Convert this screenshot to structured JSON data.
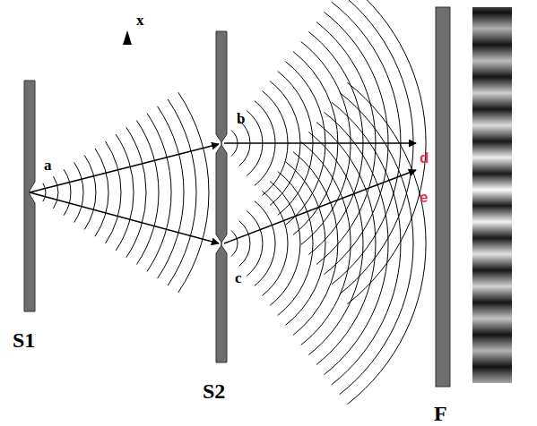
{
  "diagram": {
    "labels": [
      "x",
      "a",
      "b",
      "c",
      "d",
      "e",
      "S1",
      "S2",
      "F"
    ]
  }
}
